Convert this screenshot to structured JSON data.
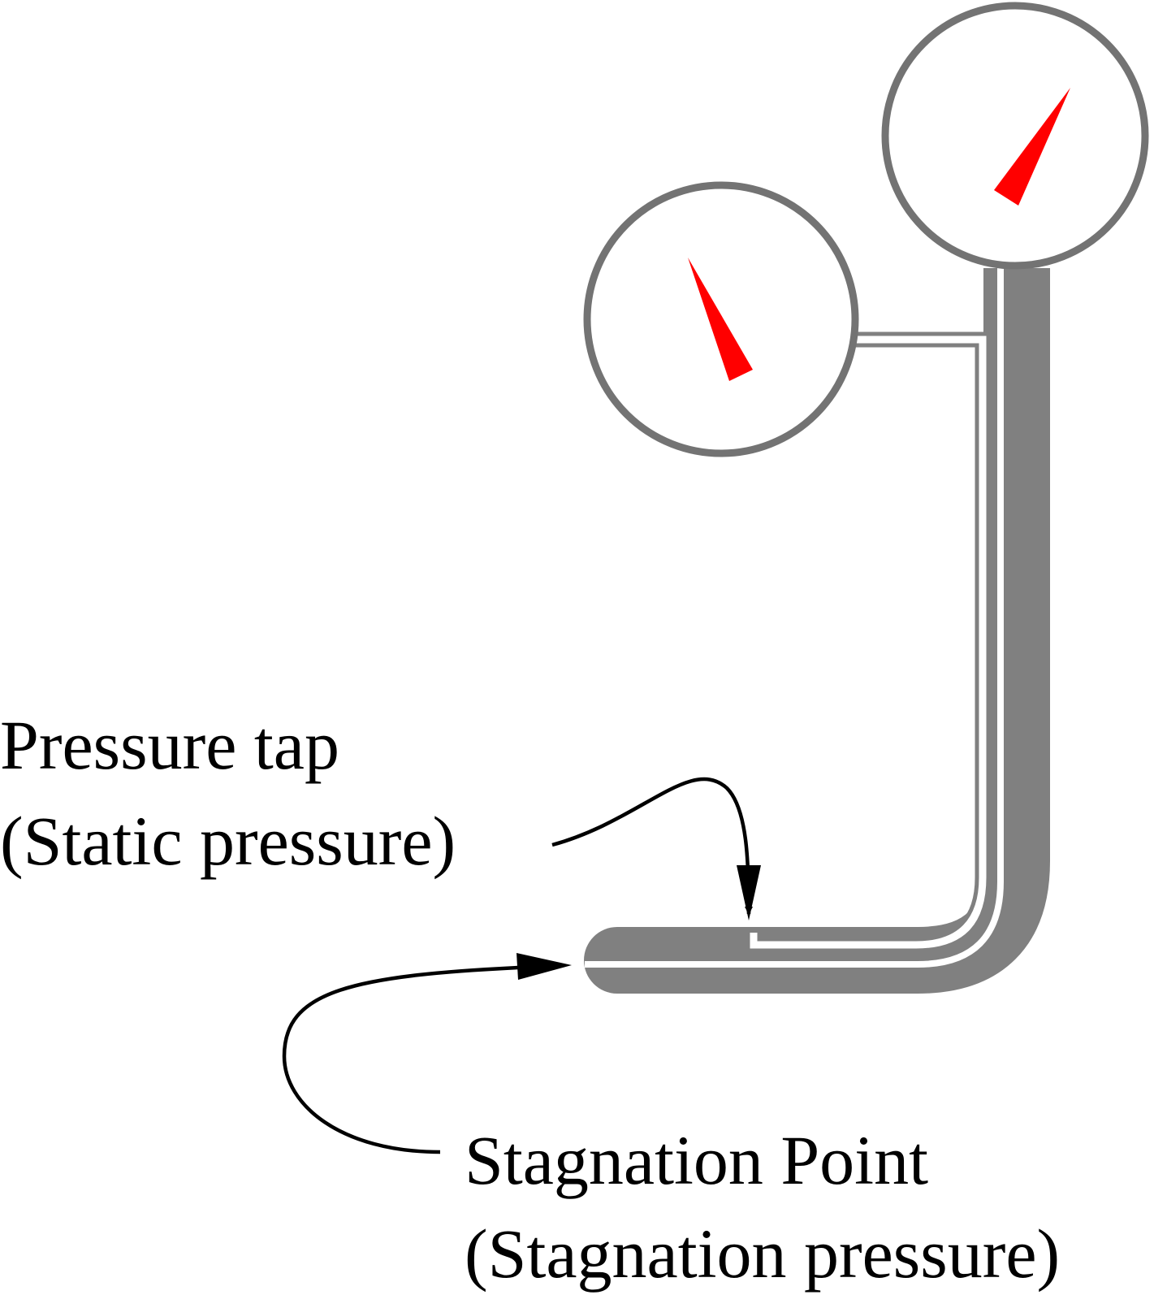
{
  "labels": {
    "pressure_tap": "Pressure tap",
    "static_pressure": "(Static pressure)",
    "stagnation_point": "Stagnation Point",
    "stagnation_pressure": "(Stagnation pressure)"
  },
  "colors": {
    "tube": "#808080",
    "needle": "#ff0000",
    "arrow": "#000000",
    "background": "#ffffff"
  }
}
